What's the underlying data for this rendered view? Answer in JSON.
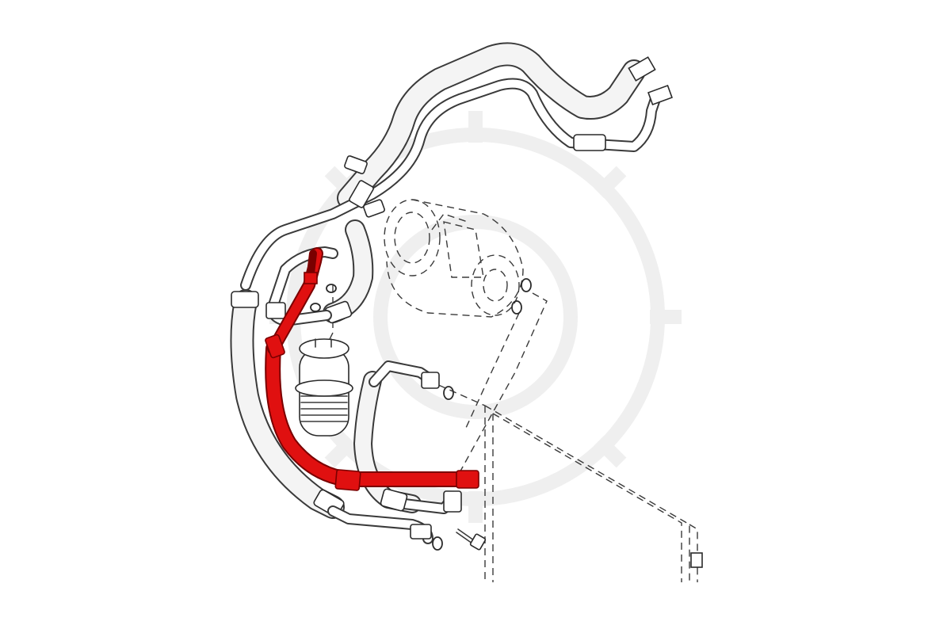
{
  "diagram": {
    "highlight_color": "#e01010",
    "line_color": "#2a2a2a",
    "background": "#ffffff",
    "watermark_color": "#eeeeee",
    "components": [
      "compressor",
      "receiver-drier",
      "condenser",
      "refrigerant-hoses",
      "o-rings",
      "bolt",
      "highlighted-hose"
    ]
  }
}
